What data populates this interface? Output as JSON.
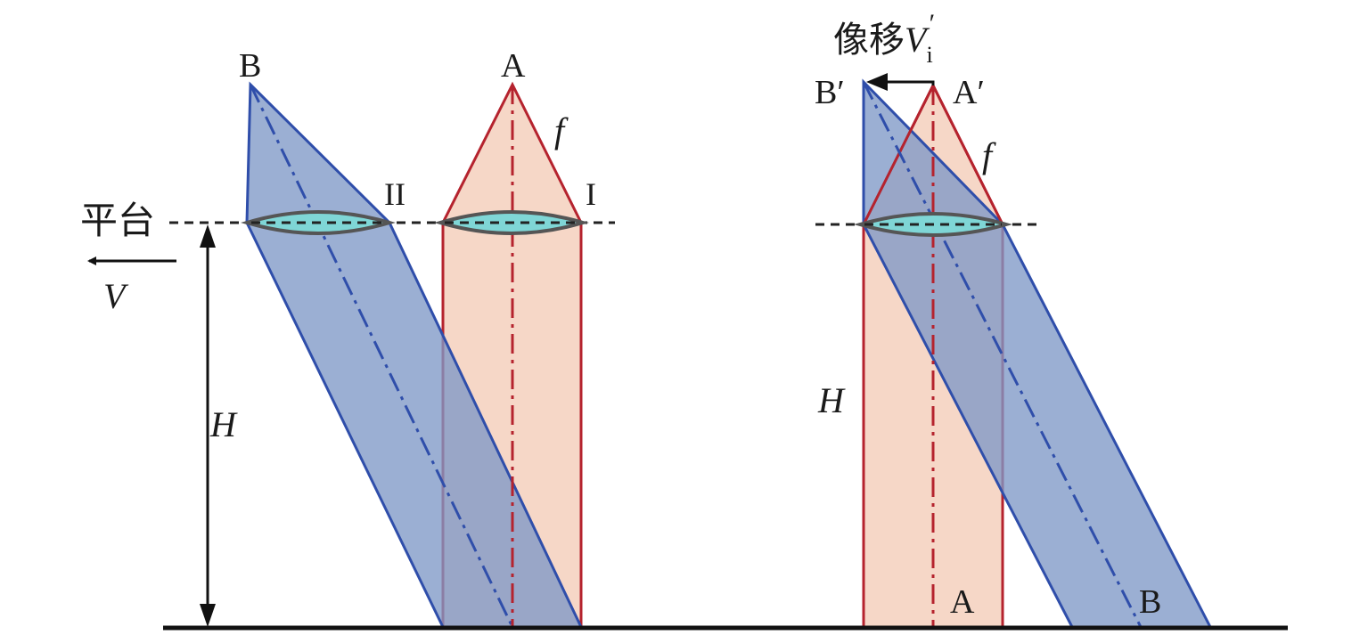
{
  "labels": {
    "point_b_left": "B",
    "point_a_left": "A",
    "focal_left": "f",
    "lens_ii": "II",
    "lens_i": "I",
    "platform": "平台",
    "velocity": "V",
    "height_left": "H",
    "image_motion_text": "像移",
    "image_motion_symbol": "V",
    "image_motion_sub": "i",
    "image_motion_prime": "′",
    "point_b_prime": "B′",
    "point_a_prime": "A′",
    "focal_right": "f",
    "height_right": "H",
    "point_a_ground": "A",
    "point_b_ground": "B"
  },
  "colors": {
    "red_beam_fill": "#f6d7c7",
    "red_beam_stroke": "#b5232e",
    "blue_beam_fill": "#7f99c6",
    "blue_beam_stroke": "#2f4eaa",
    "lens_fill": "#7fd6d6",
    "lens_stroke": "#555555",
    "ground": "#111111"
  }
}
